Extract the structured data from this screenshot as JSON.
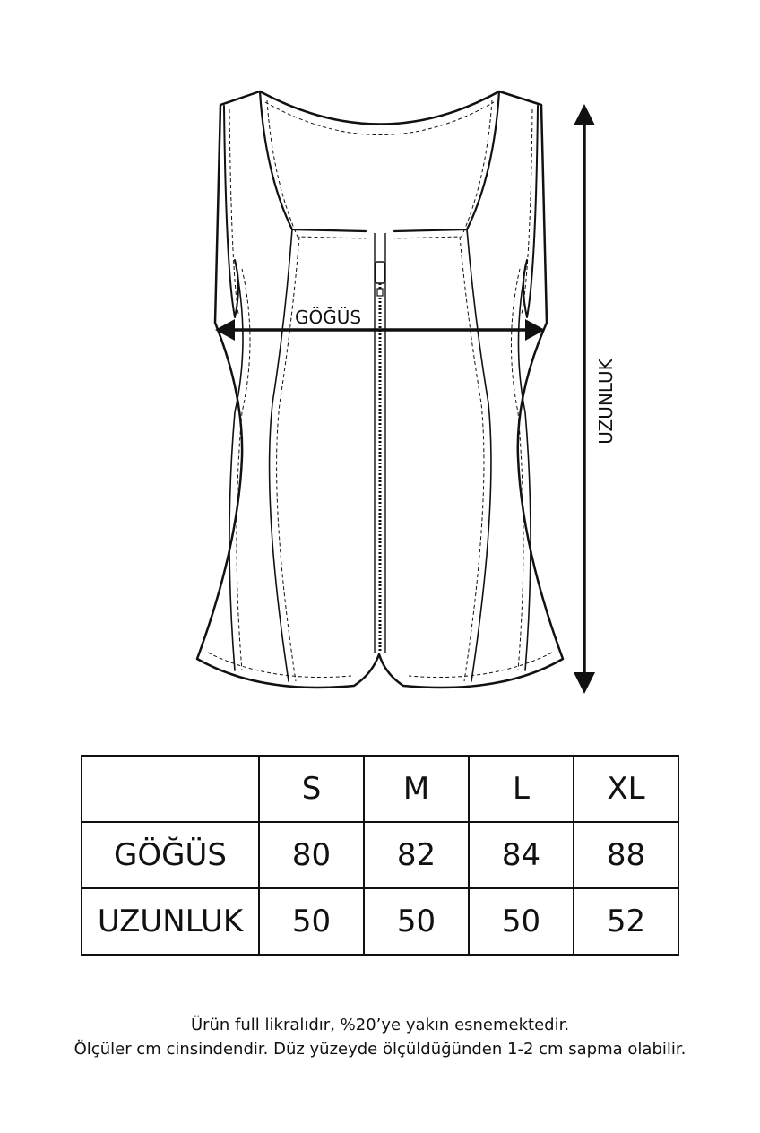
{
  "diagram": {
    "chest_label": "GÖĞÜS",
    "length_label": "UZUNLUK"
  },
  "size_table": {
    "header": [
      "",
      "S",
      "M",
      "L",
      "XL"
    ],
    "rows": [
      {
        "label": "GÖĞÜS",
        "values": [
          "80",
          "82",
          "84",
          "88"
        ]
      },
      {
        "label": "UZUNLUK",
        "values": [
          "50",
          "50",
          "50",
          "52"
        ]
      }
    ]
  },
  "notes": {
    "line1": "Ürün full likralıdır, %20’ye yakın esnemektedir.",
    "line2": "Ölçüler cm cinsindendir. Düz yüzeyde ölçüldüğünden 1-2 cm sapma olabilir."
  }
}
